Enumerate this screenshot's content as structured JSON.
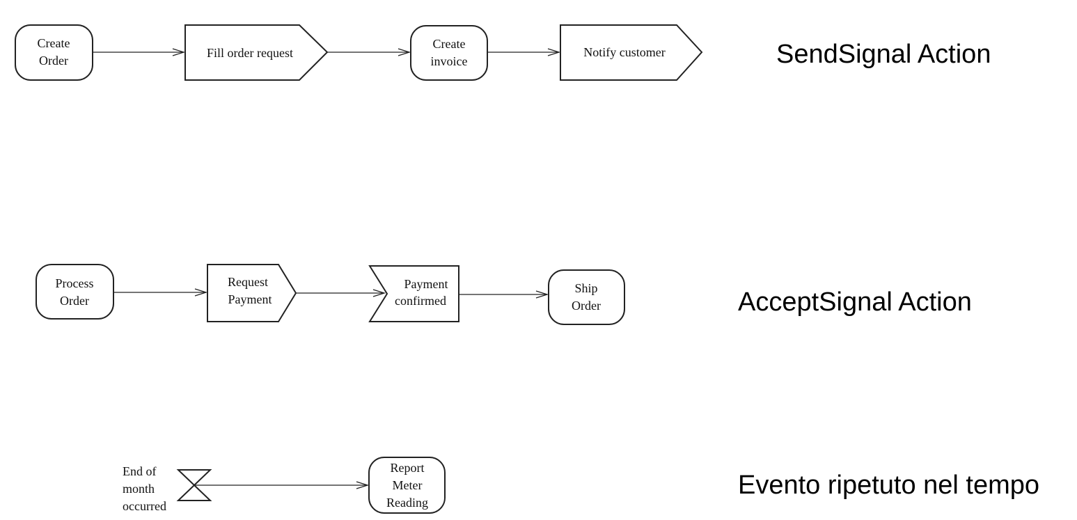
{
  "sections": {
    "send_signal": {
      "caption": "SendSignal Action",
      "nodes": {
        "create_order": [
          "Create",
          "Order"
        ],
        "fill_order_request": [
          "Fill order request"
        ],
        "create_invoice": [
          "Create",
          "invoice"
        ],
        "notify_customer": [
          "Notify customer"
        ]
      }
    },
    "accept_signal": {
      "caption": "AcceptSignal Action",
      "nodes": {
        "process_order": [
          "Process",
          "Order"
        ],
        "request_payment": [
          "Request",
          "Payment"
        ],
        "payment_confirmed": [
          "Payment",
          "confirmed"
        ],
        "ship_order": [
          "Ship",
          "Order"
        ]
      }
    },
    "time_event": {
      "caption": "Evento ripetuto nel tempo",
      "nodes": {
        "end_of_month": [
          "End of",
          "month",
          "occurred"
        ],
        "report_meter_reading": [
          "Report",
          "Meter",
          "Reading"
        ]
      }
    }
  },
  "colors": {
    "stroke": "#222222",
    "background": "#ffffff",
    "text": "#111111"
  }
}
